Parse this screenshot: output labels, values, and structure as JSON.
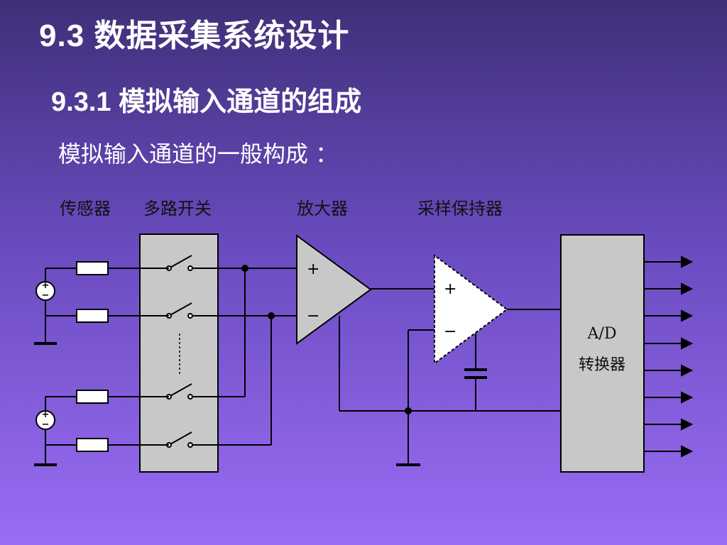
{
  "title": "9.3  数据采集系统设计",
  "subtitle": "9.3.1  模拟输入通道的组成",
  "description": "模拟输入通道的一般构成 ：",
  "diagram": {
    "labels": {
      "sensor": "传感器",
      "mux": "多路开关",
      "amplifier": "放大器",
      "sample_hold": "采样保持器"
    },
    "adc": {
      "line1": "A/D",
      "line2": "转换器"
    },
    "opamp_plus": "+",
    "opamp_minus": "−",
    "source_plus": "+",
    "source_minus": "−"
  }
}
